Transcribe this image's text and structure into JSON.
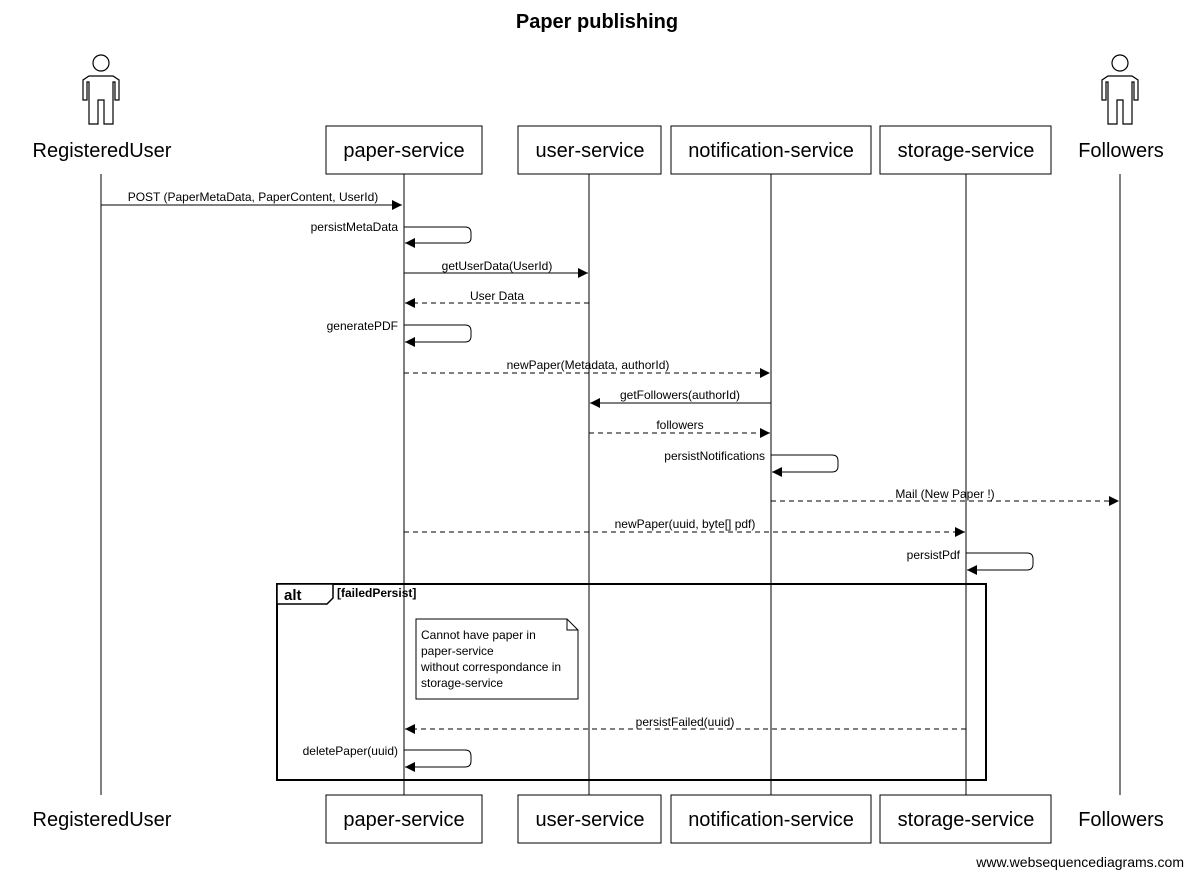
{
  "title": "Paper publishing",
  "participants": [
    {
      "id": "RegisteredUser",
      "label": "RegisteredUser",
      "kind": "actor"
    },
    {
      "id": "paper-service",
      "label": "paper-service",
      "kind": "box"
    },
    {
      "id": "user-service",
      "label": "user-service",
      "kind": "box"
    },
    {
      "id": "notification-service",
      "label": "notification-service",
      "kind": "box"
    },
    {
      "id": "storage-service",
      "label": "storage-service",
      "kind": "box"
    },
    {
      "id": "Followers",
      "label": "Followers",
      "kind": "actor"
    }
  ],
  "messages": [
    {
      "from": "RegisteredUser",
      "to": "paper-service",
      "label": "POST (PaperMetaData, PaperContent, UserId)",
      "style": "solid"
    },
    {
      "from": "paper-service",
      "to": "paper-service",
      "label": "persistMetaData",
      "style": "self"
    },
    {
      "from": "paper-service",
      "to": "user-service",
      "label": "getUserData(UserId)",
      "style": "solid"
    },
    {
      "from": "user-service",
      "to": "paper-service",
      "label": "User Data",
      "style": "dashed"
    },
    {
      "from": "paper-service",
      "to": "paper-service",
      "label": "generatePDF",
      "style": "self"
    },
    {
      "from": "paper-service",
      "to": "notification-service",
      "label": "newPaper(Metadata, authorId)",
      "style": "dashed"
    },
    {
      "from": "notification-service",
      "to": "user-service",
      "label": "getFollowers(authorId)",
      "style": "solid"
    },
    {
      "from": "user-service",
      "to": "notification-service",
      "label": "followers",
      "style": "dashed"
    },
    {
      "from": "notification-service",
      "to": "notification-service",
      "label": "persistNotifications",
      "style": "self"
    },
    {
      "from": "notification-service",
      "to": "Followers",
      "label": "Mail (New Paper !)",
      "style": "dashed"
    },
    {
      "from": "paper-service",
      "to": "storage-service",
      "label": "newPaper(uuid, byte[] pdf)",
      "style": "dashed"
    },
    {
      "from": "storage-service",
      "to": "storage-service",
      "label": "persistPdf",
      "style": "self"
    },
    {
      "from": "storage-service",
      "to": "paper-service",
      "label": "persistFailed(uuid)",
      "style": "dashed"
    },
    {
      "from": "paper-service",
      "to": "paper-service",
      "label": "deletePaper(uuid)",
      "style": "self"
    }
  ],
  "alt_fragment": {
    "keyword": "alt",
    "guard": "[failedPersist]"
  },
  "note": {
    "lines": [
      "Cannot have paper in",
      "paper-service",
      "without correspondance in",
      "storage-service"
    ]
  },
  "watermark": "www.websequencediagrams.com"
}
